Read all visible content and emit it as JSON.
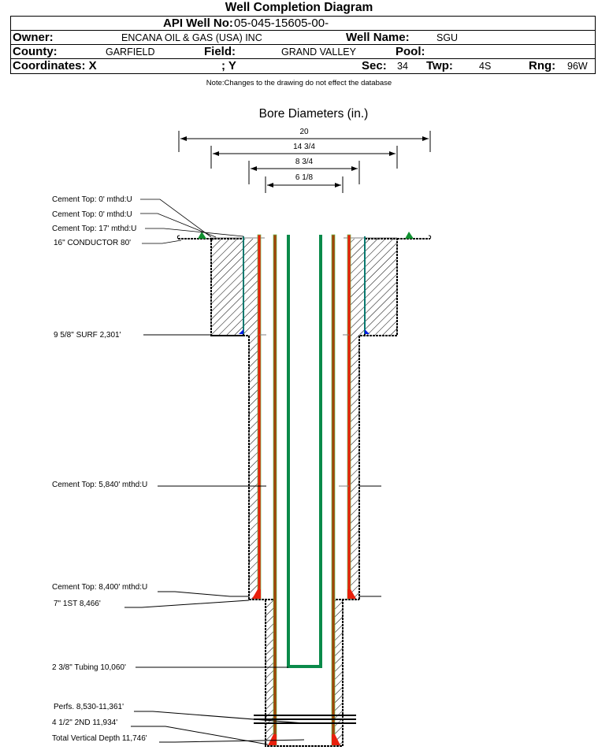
{
  "header": {
    "title": "Well Completion Diagram",
    "api_label": "API Well No:",
    "api_value": "05-045-15605-00-",
    "owner_label": "Owner:",
    "owner_value": "ENCANA OIL & GAS (USA) INC",
    "well_name_label": "Well Name:",
    "well_name_value": "SGU",
    "county_label": "County:",
    "county_value": "GARFIELD",
    "field_label": "Field:",
    "field_value": "GRAND VALLEY",
    "pool_label": "Pool:",
    "pool_value": "",
    "coords_label": "Coordinates: X",
    "coords_y_label": "; Y",
    "sec_label": "Sec:",
    "sec_value": "34",
    "twp_label": "Twp:",
    "twp_value": "4S",
    "rng_label": "Rng:",
    "rng_value": "96W"
  },
  "note": "Note:Changes to the drawing do not effect the database",
  "bore": {
    "title": "Bore Diameters (in.)",
    "diameters": [
      "20",
      "14 3/4",
      "8 3/4",
      "6 1/8"
    ]
  },
  "annotations": [
    "Cement Top: 0' mthd:U",
    "Cement Top: 0' mthd:U",
    "Cement Top: 17' mthd:U",
    "16\" CONDUCTOR  80'",
    "9 5/8\" SURF      2,301'",
    "Cement Top: 5,840' mthd:U",
    "Cement Top: 8,400' mthd:U",
    "7\" 1ST       8,466'",
    "2 3/8\" Tubing 10,060'",
    "Perfs. 8,530-11,361'",
    "4 1/2\" 2ND       11,934'",
    "Total Vertical Depth 11,746'"
  ],
  "colors": {
    "casing_red": "#e8200c",
    "tubing_green": "#0a8a4a",
    "brown": "#a0440a",
    "cement_blue": "#0018e0",
    "marker_green": "#109030",
    "line_gray": "#808080"
  }
}
